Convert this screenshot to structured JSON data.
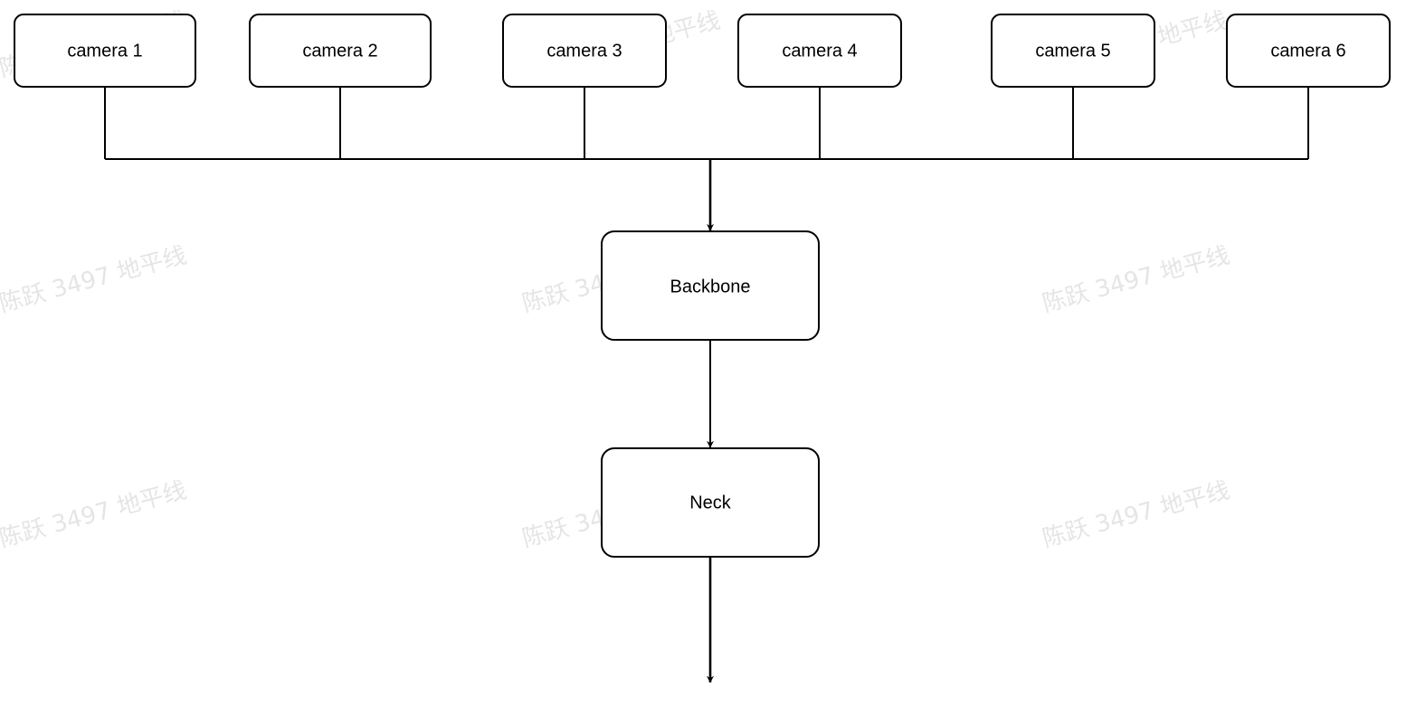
{
  "cameras": [
    {
      "label": "camera 1"
    },
    {
      "label": "camera 2"
    },
    {
      "label": "camera 3"
    },
    {
      "label": "camera 4"
    },
    {
      "label": "camera 5"
    },
    {
      "label": "camera 6"
    }
  ],
  "backbone": {
    "label": "Backbone"
  },
  "neck": {
    "label": "Neck"
  },
  "watermark": {
    "text": "陈跃 3497 地平线"
  },
  "colors": {
    "stroke": "#000000",
    "fill": "#ffffff",
    "watermark": "#d0d0d0"
  }
}
